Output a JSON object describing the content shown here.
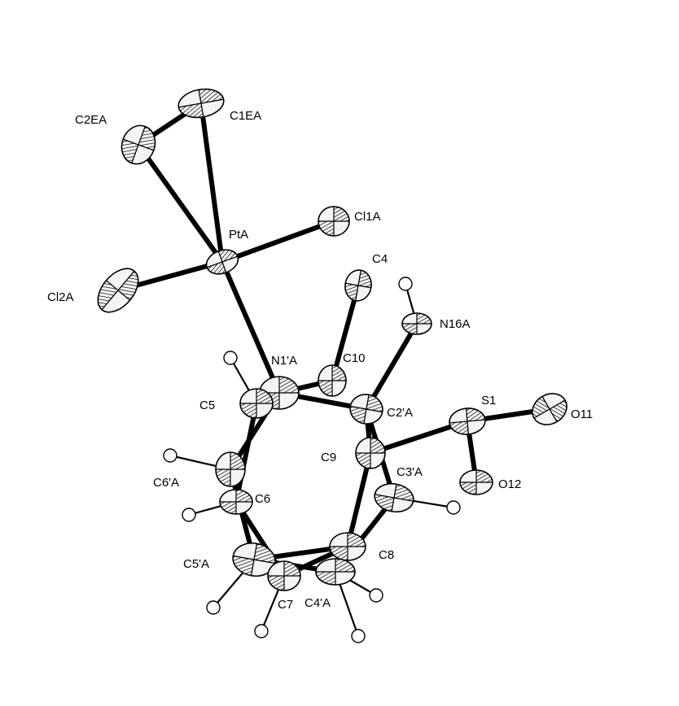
{
  "colors": {
    "ink": "#000000",
    "paper": "#ffffff",
    "ellipse_fill": "#f4f4f4"
  },
  "atoms": [
    {
      "id": "C1EA",
      "label": "C1EA",
      "kind": "atom"
    },
    {
      "id": "C2EA",
      "label": "C2EA",
      "kind": "atom"
    },
    {
      "id": "PtA",
      "label": "PtA",
      "kind": "atom"
    },
    {
      "id": "Cl1A",
      "label": "Cl1A",
      "kind": "atom"
    },
    {
      "id": "Cl2A",
      "label": "Cl2A",
      "kind": "atom"
    },
    {
      "id": "C4",
      "label": "C4",
      "kind": "atom"
    },
    {
      "id": "N16A",
      "label": "N16A",
      "kind": "atom"
    },
    {
      "id": "N1A",
      "label": "N1'A",
      "kind": "atom"
    },
    {
      "id": "C10",
      "label": "C10",
      "kind": "atom"
    },
    {
      "id": "C5",
      "label": "C5",
      "kind": "atom"
    },
    {
      "id": "C2A",
      "label": "C2'A",
      "kind": "atom"
    },
    {
      "id": "S1",
      "label": "S1",
      "kind": "atom"
    },
    {
      "id": "O11",
      "label": "O11",
      "kind": "atom"
    },
    {
      "id": "C9",
      "label": "C9",
      "kind": "atom"
    },
    {
      "id": "C3A",
      "label": "C3'A",
      "kind": "atom"
    },
    {
      "id": "O12",
      "label": "O12",
      "kind": "atom"
    },
    {
      "id": "C6A",
      "label": "C6'A",
      "kind": "atom"
    },
    {
      "id": "C6",
      "label": "C6",
      "kind": "atom"
    },
    {
      "id": "C8",
      "label": "C8",
      "kind": "atom"
    },
    {
      "id": "C5A",
      "label": "C5'A",
      "kind": "atom"
    },
    {
      "id": "C7",
      "label": "C7",
      "kind": "atom"
    },
    {
      "id": "C4A",
      "label": "C4'A",
      "kind": "atom"
    },
    {
      "id": "H_N16A",
      "label": "",
      "kind": "hydrogen"
    },
    {
      "id": "H_C5",
      "label": "",
      "kind": "hydrogen"
    },
    {
      "id": "H_C6A",
      "label": "",
      "kind": "hydrogen"
    },
    {
      "id": "H_C6",
      "label": "",
      "kind": "hydrogen"
    },
    {
      "id": "H_C3A",
      "label": "",
      "kind": "hydrogen"
    },
    {
      "id": "H_C5A",
      "label": "",
      "kind": "hydrogen"
    },
    {
      "id": "H_C7",
      "label": "",
      "kind": "hydrogen"
    },
    {
      "id": "H_C4A_a",
      "label": "",
      "kind": "hydrogen"
    },
    {
      "id": "H_C4A_b",
      "label": "",
      "kind": "hydrogen"
    }
  ],
  "bonds": [
    [
      "PtA",
      "C1EA"
    ],
    [
      "PtA",
      "C2EA"
    ],
    [
      "C1EA",
      "C2EA"
    ],
    [
      "PtA",
      "Cl1A"
    ],
    [
      "PtA",
      "Cl2A"
    ],
    [
      "PtA",
      "N1A"
    ],
    [
      "N1A",
      "C2A"
    ],
    [
      "N1A",
      "C10"
    ],
    [
      "N1A",
      "C5"
    ],
    [
      "N1A",
      "C6A"
    ],
    [
      "C10",
      "C4"
    ],
    [
      "C2A",
      "N16A"
    ],
    [
      "C2A",
      "C9"
    ],
    [
      "C2A",
      "C3A"
    ],
    [
      "C9",
      "S1"
    ],
    [
      "S1",
      "O11"
    ],
    [
      "S1",
      "O12"
    ],
    [
      "C9",
      "C8"
    ],
    [
      "C3A",
      "C4A"
    ],
    [
      "C8",
      "C5A"
    ],
    [
      "C4A",
      "C5A"
    ],
    [
      "C5",
      "C6"
    ],
    [
      "C6",
      "C7"
    ],
    [
      "C6A",
      "C5A"
    ],
    [
      "C7",
      "C8"
    ],
    [
      "N16A",
      "H_N16A"
    ],
    [
      "C5",
      "H_C5"
    ],
    [
      "C6A",
      "H_C6A"
    ],
    [
      "C6",
      "H_C6"
    ],
    [
      "C3A",
      "H_C3A"
    ],
    [
      "C5A",
      "H_C5A"
    ],
    [
      "C7",
      "H_C7"
    ],
    [
      "C4A",
      "H_C4A_a"
    ],
    [
      "C4A",
      "H_C4A_b"
    ]
  ]
}
